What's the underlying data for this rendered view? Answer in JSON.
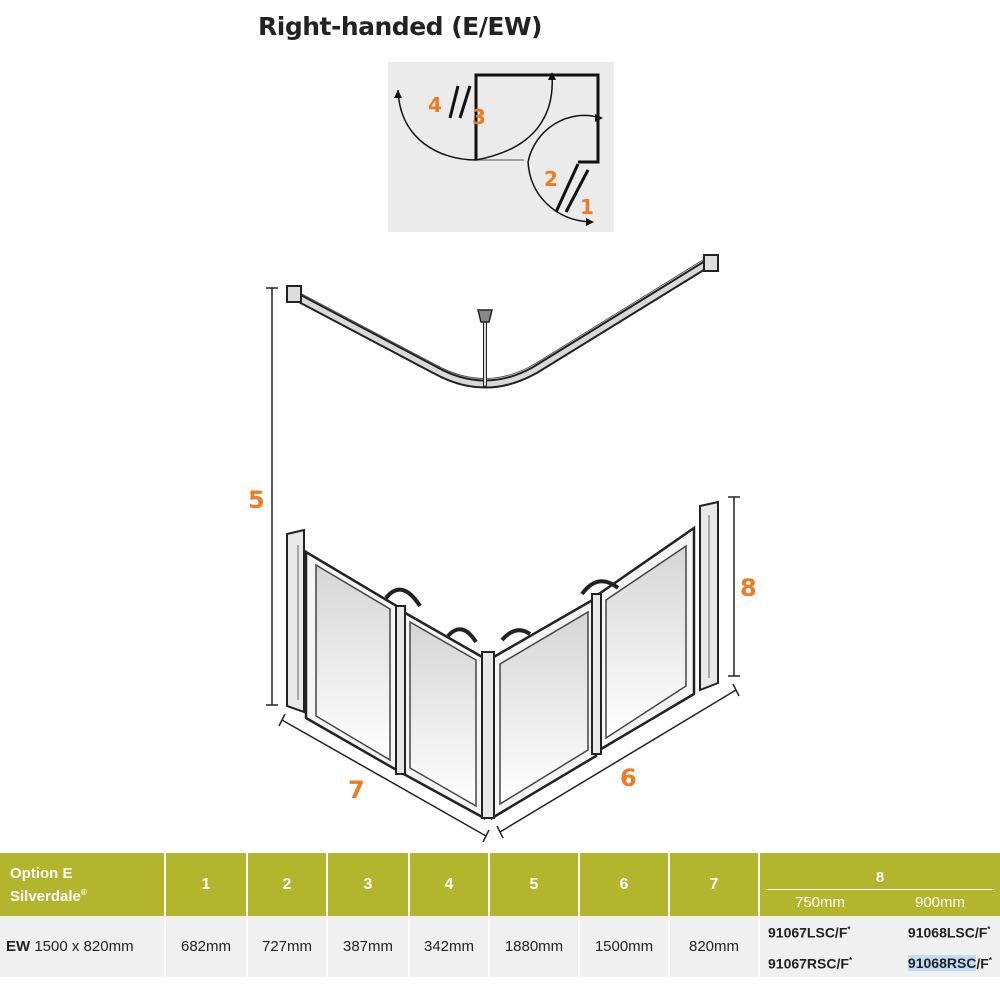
{
  "title": "Right-handed (E/EW)",
  "plan_labels": [
    "1",
    "2",
    "3",
    "4"
  ],
  "diagram_labels": {
    "height_total": "5",
    "width_6": "6",
    "width_7": "7",
    "panel_height": "8"
  },
  "table": {
    "header": {
      "option_line1": "Option E",
      "option_line2": "Silverdale",
      "option_mark": "®",
      "cols": [
        "1",
        "2",
        "3",
        "4",
        "5",
        "6",
        "7"
      ],
      "col8": "8",
      "col8_sub": [
        "750mm",
        "900mm"
      ]
    },
    "row": {
      "label_code": "EW",
      "label_size": "1500 x 820mm",
      "values": [
        "682mm",
        "727mm",
        "387mm",
        "342mm",
        "1880mm",
        "1500mm",
        "820mm"
      ],
      "codes_750": [
        "91067LSC/F",
        "91067RSC/F"
      ],
      "codes_900_a": "91068LSC/F",
      "codes_900_b_sel": "91068RSC",
      "codes_900_b_rest": "/F",
      "code_mark": "*"
    }
  },
  "colors": {
    "accent": "#ee7a24",
    "header_bg": "#b3b62d",
    "row_bg": "#f0f0f0"
  }
}
